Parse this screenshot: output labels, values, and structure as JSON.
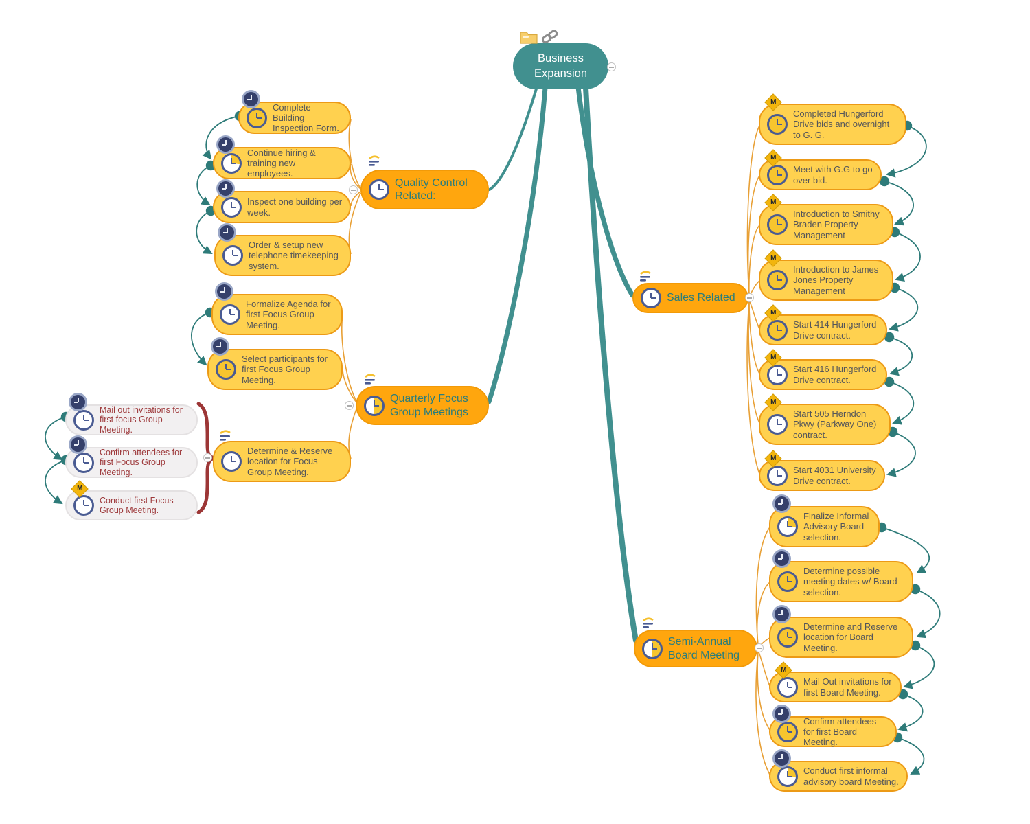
{
  "root": {
    "label": "Business Expansion",
    "icons": [
      "folder-icon",
      "link-icon"
    ]
  },
  "badges": {
    "milestone_letter": "M"
  },
  "colors": {
    "root_fill": "#41908F",
    "branch_fill": "#FFA60E",
    "branch_text": "#2A7D7C",
    "task_fill": "#FFD14F",
    "task_border": "#EC9A16",
    "task_text": "#55565A",
    "pale_fill": "#F2F0F1",
    "pale_text": "#9E3A3C",
    "connector_teal": "#41908F",
    "connector_orange": "#E8A036",
    "arrow_teal": "#2E7B79",
    "brace_red": "#9C3636"
  },
  "branches": [
    {
      "label": "Quality Control Related:",
      "icon": "schedule-icon",
      "children": [
        {
          "label": "Complete Building Inspection Form.",
          "badge": "clock"
        },
        {
          "label": "Continue hiring & training new employees.",
          "badge": "clock"
        },
        {
          "label": "Inspect one building per week.",
          "badge": "clock"
        },
        {
          "label": "Order & setup new telephone timekeeping system.",
          "badge": "clock"
        }
      ]
    },
    {
      "label": "Quarterly Focus Group Meetings",
      "icon": "schedule-icon",
      "children": [
        {
          "label": "Formalize Agenda for first Focus Group Meeting.",
          "badge": "clock"
        },
        {
          "label": "Select participants for first Focus Group Meeting.",
          "badge": "clock"
        },
        {
          "label": "Determine & Reserve location for Focus Group Meeting.",
          "badge": "schedule",
          "children": [
            {
              "label": "Mail out invitations for first focus Group Meeting.",
              "badge": "clock"
            },
            {
              "label": "Confirm attendees for first Focus Group Meeting.",
              "badge": "clock"
            },
            {
              "label": "Conduct first Focus Group Meeting.",
              "badge": "milestone"
            }
          ]
        }
      ]
    },
    {
      "label": "Sales Related",
      "icon": "schedule-icon",
      "children": [
        {
          "label": "Completed Hungerford Drive bids and overnight to G. G.",
          "badge": "milestone"
        },
        {
          "label": "Meet with G.G to go over bid.",
          "badge": "milestone"
        },
        {
          "label": "Introduction to Smithy Braden Property Management",
          "badge": "milestone"
        },
        {
          "label": "Introduction to James Jones Property Management",
          "badge": "milestone"
        },
        {
          "label": "Start 414 Hungerford Drive contract.",
          "badge": "milestone"
        },
        {
          "label": "Start 416 Hungerford Drive contract.",
          "badge": "milestone"
        },
        {
          "label": "Start 505 Herndon Pkwy (Parkway One) contract.",
          "badge": "milestone"
        },
        {
          "label": "Start 4031 University Drive contract.",
          "badge": "milestone"
        }
      ]
    },
    {
      "label": "Semi-Annual Board Meeting",
      "icon": "schedule-icon",
      "children": [
        {
          "label": "Finalize Informal Advisory Board selection.",
          "badge": "clock"
        },
        {
          "label": "Determine possible meeting dates w/ Board selection.",
          "badge": "clock"
        },
        {
          "label": "Determine and Reserve location for Board Meeting.",
          "badge": "clock"
        },
        {
          "label": "Mail Out invitations for first Board Meeting.",
          "badge": "milestone"
        },
        {
          "label": "Confirm attendees for first Board Meeting.",
          "badge": "clock"
        },
        {
          "label": "Conduct first informal advisory board Meeting.",
          "badge": "clock"
        }
      ]
    }
  ]
}
